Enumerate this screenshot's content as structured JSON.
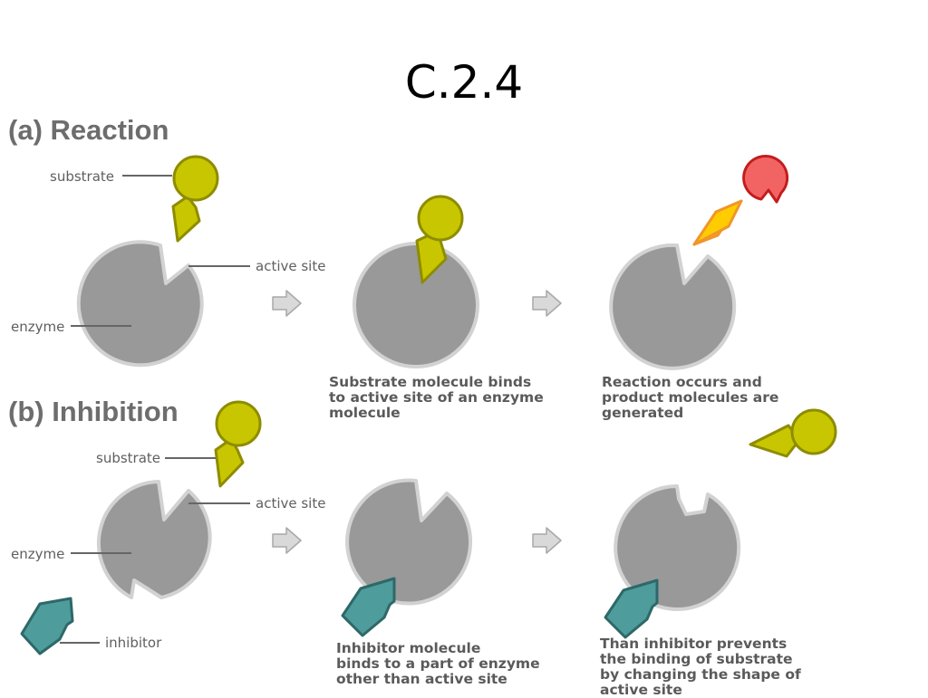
{
  "slide": {
    "title": "C.2.4"
  },
  "reaction": {
    "heading": "(a) Reaction",
    "labels": {
      "substrate": "substrate",
      "active_site": "active site",
      "enzyme": "enzyme"
    },
    "captions": {
      "binding": "Substrate molecule binds\nto active site of an enzyme\nmolecule",
      "product": "Reaction occurs and\nproduct molecules are\ngenerated"
    }
  },
  "inhibition": {
    "heading": "(b) Inhibition",
    "labels": {
      "substrate": "substrate",
      "active_site": "active site",
      "enzyme": "enzyme",
      "inhibitor": "inhibitor"
    },
    "captions": {
      "binding": "Inhibitor molecule\nbinds to a part of enzyme\nother than active site",
      "effect": "Than inhibitor prevents\nthe binding of substrate\nby changing the shape of\nactive site"
    }
  },
  "colors": {
    "enzyme": "#999999",
    "enzyme_edge": "#d2d2d2",
    "substrate": "#c8c600",
    "substrate_edge": "#8e8c00",
    "inhibitor": "#4e9c9c",
    "inhibitor_edge": "#2e6868",
    "product_red": "#f26464",
    "product_red_edge": "#c41c1c",
    "product_orange": "#ffcc00",
    "product_orange_edge": "#f0962a",
    "arrow": "#d9d9d9"
  }
}
